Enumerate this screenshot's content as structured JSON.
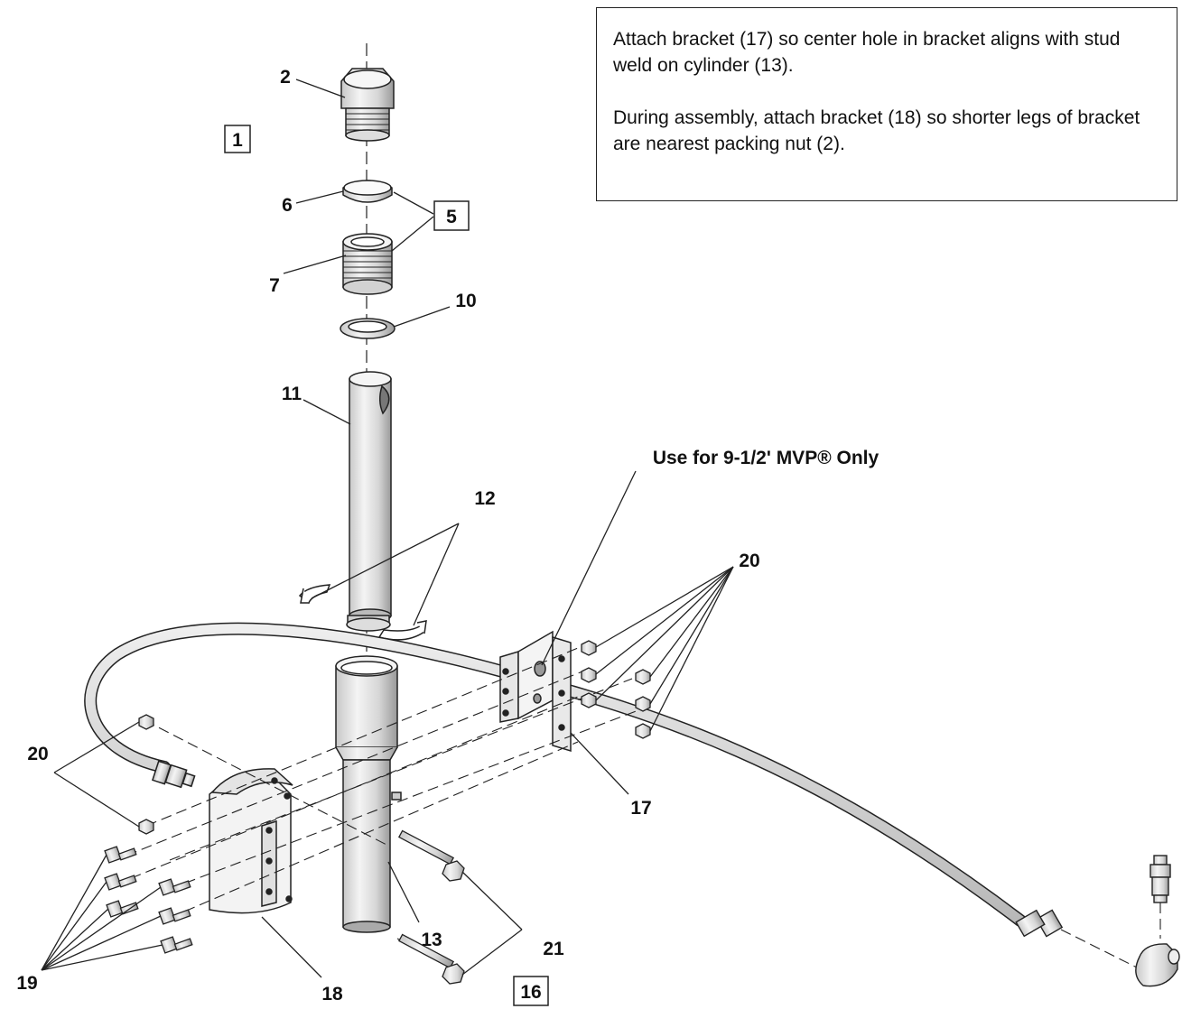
{
  "notes": [
    "Attach bracket (17) so center hole in bracket aligns with stud weld on cylinder (13).",
    "During assembly, attach bracket (18) so shorter legs of bracket are nearest packing nut (2)."
  ],
  "annotation": "Use for 9-1/2' MVP® Only",
  "callouts": {
    "c2": "2",
    "c6": "6",
    "c7": "7",
    "c10": "10",
    "c11": "11",
    "c12": "12",
    "c13": "13",
    "c17": "17",
    "c18": "18",
    "c19": "19",
    "c20a": "20",
    "c20b": "20",
    "c21": "21"
  },
  "boxed_callouts": {
    "b1": "1",
    "b5": "5",
    "b16": "16"
  }
}
